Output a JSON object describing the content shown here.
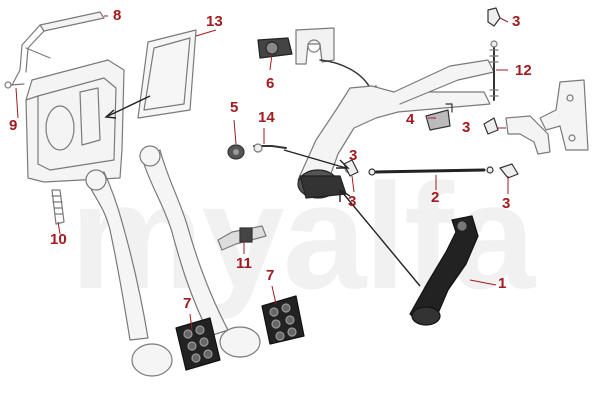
{
  "watermark": "myalfa",
  "colors": {
    "callout": "#a11b1f",
    "leader": "#a11b1f",
    "outline": "#7a7a7a",
    "part_dark": "#222222"
  },
  "callouts": [
    "1",
    "2",
    "3",
    "3",
    "3",
    "3",
    "3",
    "4",
    "5",
    "6",
    "7",
    "7",
    "8",
    "9",
    "10",
    "11",
    "12",
    "13",
    "14"
  ]
}
